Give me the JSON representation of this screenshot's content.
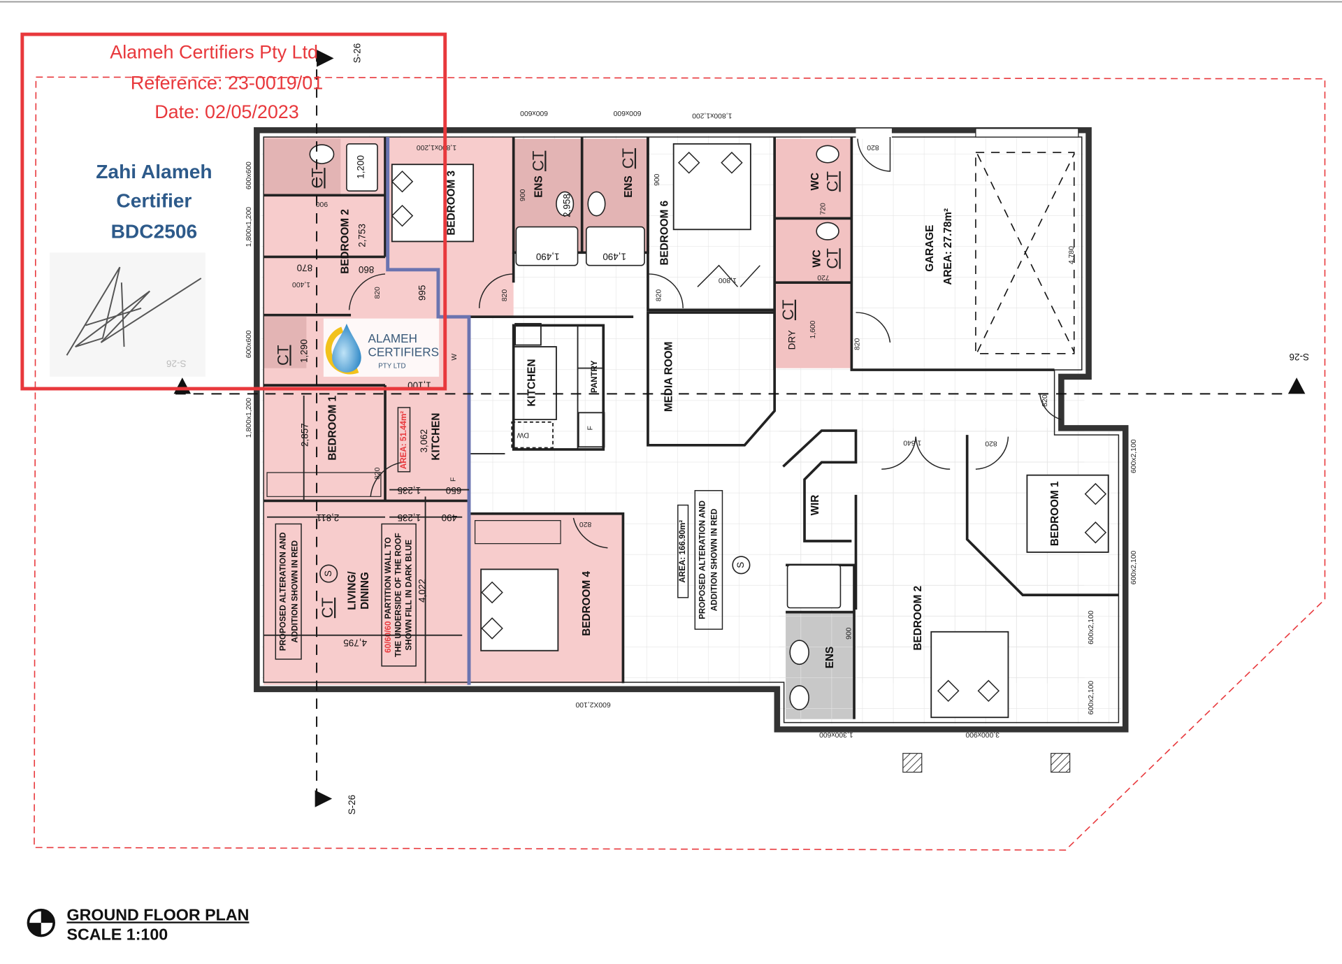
{
  "stamp": {
    "company": "Alameh Certifiers Pty Ltd",
    "reference": "Reference: 23-0019/01",
    "date": "Date: 02/05/2023",
    "certifier_name": "Zahi Alameh",
    "certifier_role": "Certifier",
    "certifier_id": "BDC2506",
    "logo": {
      "line1": "ALAMEH",
      "line2": "CERTIFIERS",
      "line3": "PTY LTD"
    },
    "color": "#e8383c"
  },
  "section_marks": {
    "top": "S-26",
    "left": "S-26",
    "right": "S-26",
    "bottom": "S-26"
  },
  "rooms": {
    "bedroom3": "BEDROOM 3",
    "bedroom2_left": "BEDROOM 2",
    "bedroom1_left": "BEDROOM 1",
    "living": "LIVING/",
    "dining": "DINING",
    "kitchen_annex": "KITCHEN",
    "kitchen": "KITCHEN",
    "pantry": "PANTRY",
    "ens1": "ENS",
    "ens2": "ENS",
    "bedroom6": "BEDROOM 6",
    "media": "MEDIA ROOM",
    "wc1": "WC",
    "wc2": "WC",
    "dry": "DRY",
    "garage": "GARAGE",
    "garage_area": "AREA: 27.78m²",
    "bedroom4": "BEDROOM 4",
    "wir": "WIR",
    "ens_right": "ENS",
    "bedroom2_right": "BEDROOM 2",
    "bedroom1_right": "BEDROOM 1"
  },
  "symbols": {
    "ct": "CT",
    "s": "S",
    "dw": "DW",
    "f": "F",
    "w": "W"
  },
  "notes": {
    "proposed_1": "PROPOSED ALTERATION AND",
    "proposed_2": "ADDITION SHOWN IN RED",
    "annex_area": "AREA: 51.44m²",
    "total_area": "AREA: 166.90m²",
    "partition_red": "60/60/60",
    "partition_1": " PARTITION WALL TO",
    "partition_2": "THE UNDERSIDE OF THE ROOF",
    "partition_3": "SHOWN FILL IN DARK BLUE"
  },
  "dimensions": {
    "d1200": "1,200",
    "d2753": "2,753",
    "d860": "860",
    "d870": "870",
    "d1400": "1,400",
    "d820": "820",
    "d995": "995",
    "d1290": "1,290",
    "d2857": "2,857",
    "d3062": "3,062",
    "d1235": "1,235",
    "d650": "650",
    "d490": "490",
    "d2811": "2,811",
    "d4022": "4,022",
    "d4795": "4,795",
    "d1100": "1,100",
    "d900": "900",
    "d2958": "2,958",
    "d1490": "1,490",
    "d1800": "1,800",
    "d720": "720",
    "d1600": "1,600",
    "d4780": "4,780",
    "d1640": "1,640",
    "w600x600": "600x600",
    "w1800x1200": "1,800x1,200",
    "w600x2100": "600x2,100",
    "w600X2100": "600X2,100",
    "w1300x600": "1,300x600",
    "w3000x900": "3,000x900"
  },
  "title": {
    "heading": "GROUND FLOOR PLAN",
    "scale": "SCALE 1:100"
  },
  "colors": {
    "alteration_fill": "#f7cccc",
    "wet_area_fill": "#e3b4b4",
    "partition_blue": "#6b74b0",
    "boundary": "#e8383c"
  }
}
